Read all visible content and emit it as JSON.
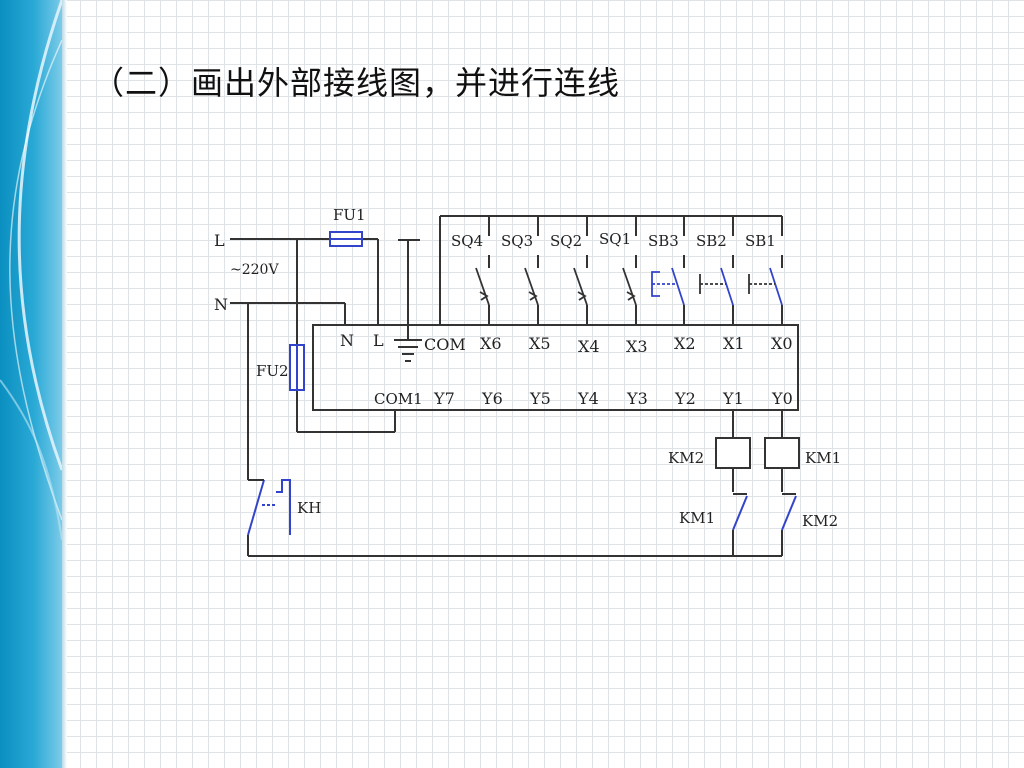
{
  "title": "（二）画出外部接线图，并进行连线",
  "diagram": {
    "supply": {
      "l": "L",
      "n": "N",
      "voltage": "~220V"
    },
    "fuses": {
      "fu1": "FU1",
      "fu2": "FU2"
    },
    "plc": {
      "n": "N",
      "l": "L",
      "com": "COM",
      "com1": "COM1",
      "inputs": [
        "X6",
        "X5",
        "X4",
        "X3",
        "X2",
        "X1",
        "X0"
      ],
      "outputs": [
        "Y7",
        "Y6",
        "Y5",
        "Y4",
        "Y3",
        "Y2",
        "Y1",
        "Y0"
      ]
    },
    "input_devices": [
      "SQ4",
      "SQ3",
      "SQ2",
      "SQ1",
      "SB3",
      "SB2",
      "SB1"
    ],
    "coils": {
      "km2": "KM2",
      "km1": "KM1"
    },
    "interlocks": {
      "km1": "KM1",
      "km2": "KM2"
    },
    "thermal_relay": "KH"
  },
  "colors": {
    "wire": "#333333",
    "highlight": "#3344cc",
    "band": "#1a9ccc"
  }
}
